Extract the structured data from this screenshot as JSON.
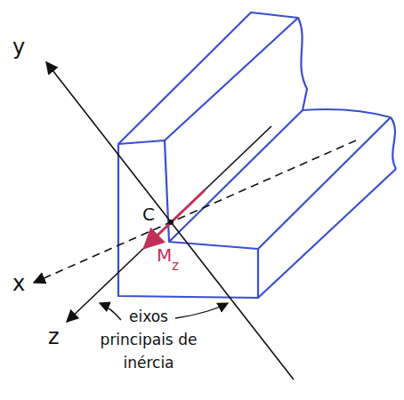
{
  "diagram": {
    "labels": [
      "y",
      "C",
      "M",
      "z",
      "x",
      "z",
      "eixos principais de inércia"
    ]
  }
}
